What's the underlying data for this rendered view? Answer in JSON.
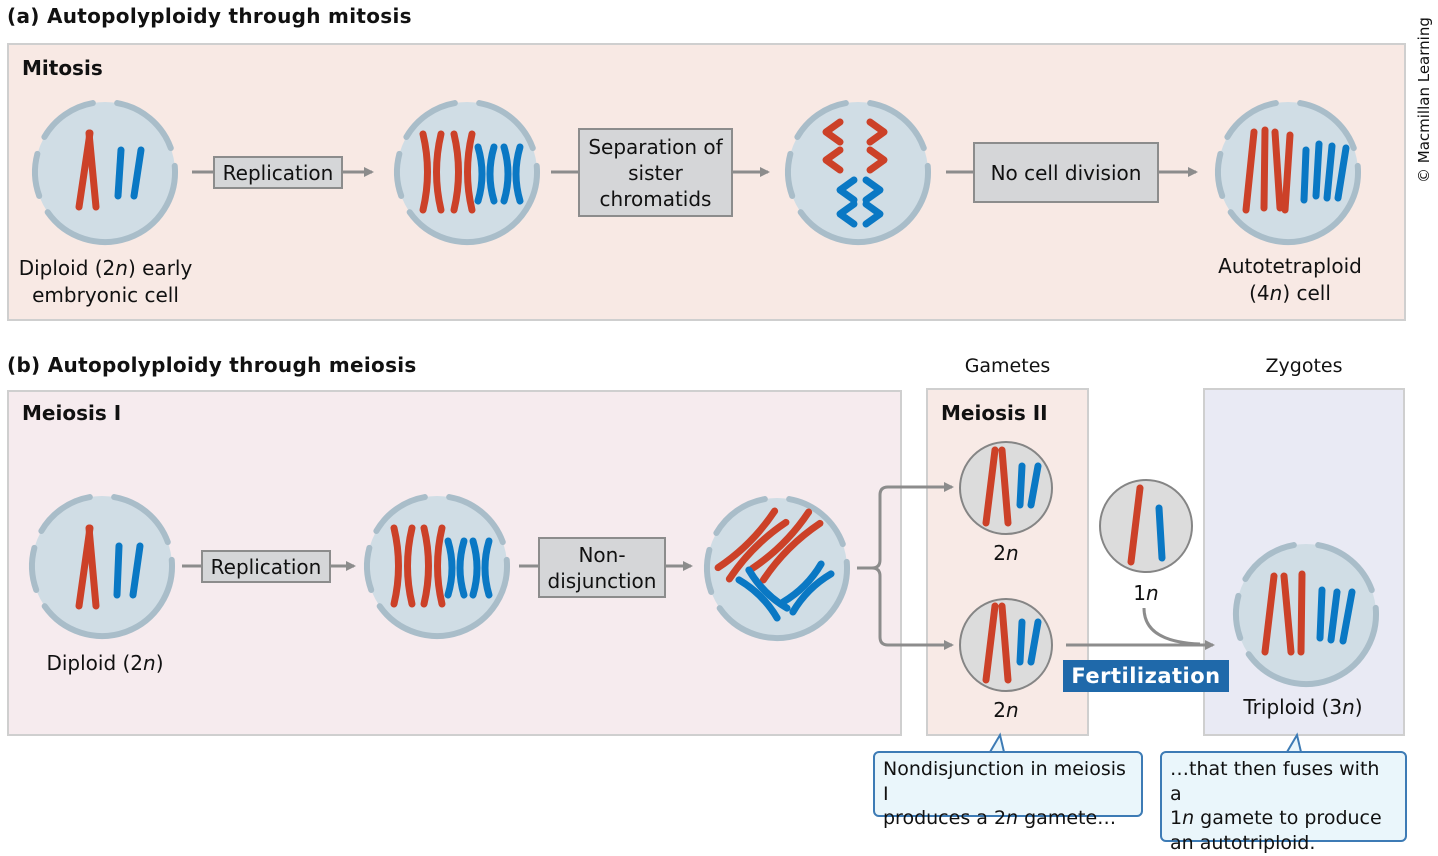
{
  "copyright": "© Macmillan Learning",
  "colors": {
    "red_chromosome": "#cc4128",
    "blue_chromosome": "#0a78c4",
    "cell_fill": "#d0dde5",
    "cell_membrane": "#a9bdc9",
    "gamete_fill": "#dcdcdc",
    "gamete_border": "#858585",
    "panel_a_bg": "#f8e9e4",
    "meiosis1_bg": "#f6ebee",
    "meiosis2_bg": "#f8eae6",
    "zygotes_bg": "#e9eaf4",
    "fertilization_bg": "#1f69aa",
    "callout_border": "#3d7bb5",
    "callout_bg": "#eaf6fb",
    "arrow": "#8c8c8c"
  },
  "panel_a": {
    "title": "(a) Autopolyploidy through mitosis",
    "box_label": "Mitosis",
    "steps": [
      "Replication",
      "Separation of sister chromatids",
      "No cell division"
    ],
    "step_lines": {
      "replication": [
        "Replication"
      ],
      "separation": [
        "Separation of",
        "sister",
        "chromatids"
      ],
      "no_division": [
        "No cell division"
      ]
    },
    "start_caption": [
      "Diploid (2",
      "n",
      ") early",
      "embryonic cell"
    ],
    "end_caption": [
      "Autotetraploid",
      "(4",
      "n",
      ") cell"
    ]
  },
  "panel_b": {
    "title": "(b) Autopolyploidy through meiosis",
    "meiosis1_label": "Meiosis I",
    "meiosis2_label": "Meiosis II",
    "gametes_heading": "Gametes",
    "zygotes_heading": "Zygotes",
    "steps": {
      "replication": [
        "Replication"
      ],
      "nondisjunction": [
        "Non-",
        "disjunction"
      ]
    },
    "start_caption": [
      "Diploid (2",
      "n",
      ")"
    ],
    "gamete_top_label": [
      "2",
      "n"
    ],
    "gamete_bottom_label": [
      "2",
      "n"
    ],
    "normal_gamete_label": [
      "1",
      "n"
    ],
    "fertilization_label": "Fertilization",
    "zygote_caption": [
      "Triploid (3",
      "n",
      ")"
    ],
    "callout_left": [
      "Nondisjunction in meiosis I",
      "produces a 2",
      "n",
      " gamete…"
    ],
    "callout_right": [
      "…that then fuses with a",
      "1",
      "n",
      " gamete to produce",
      "an autotriploid."
    ]
  }
}
